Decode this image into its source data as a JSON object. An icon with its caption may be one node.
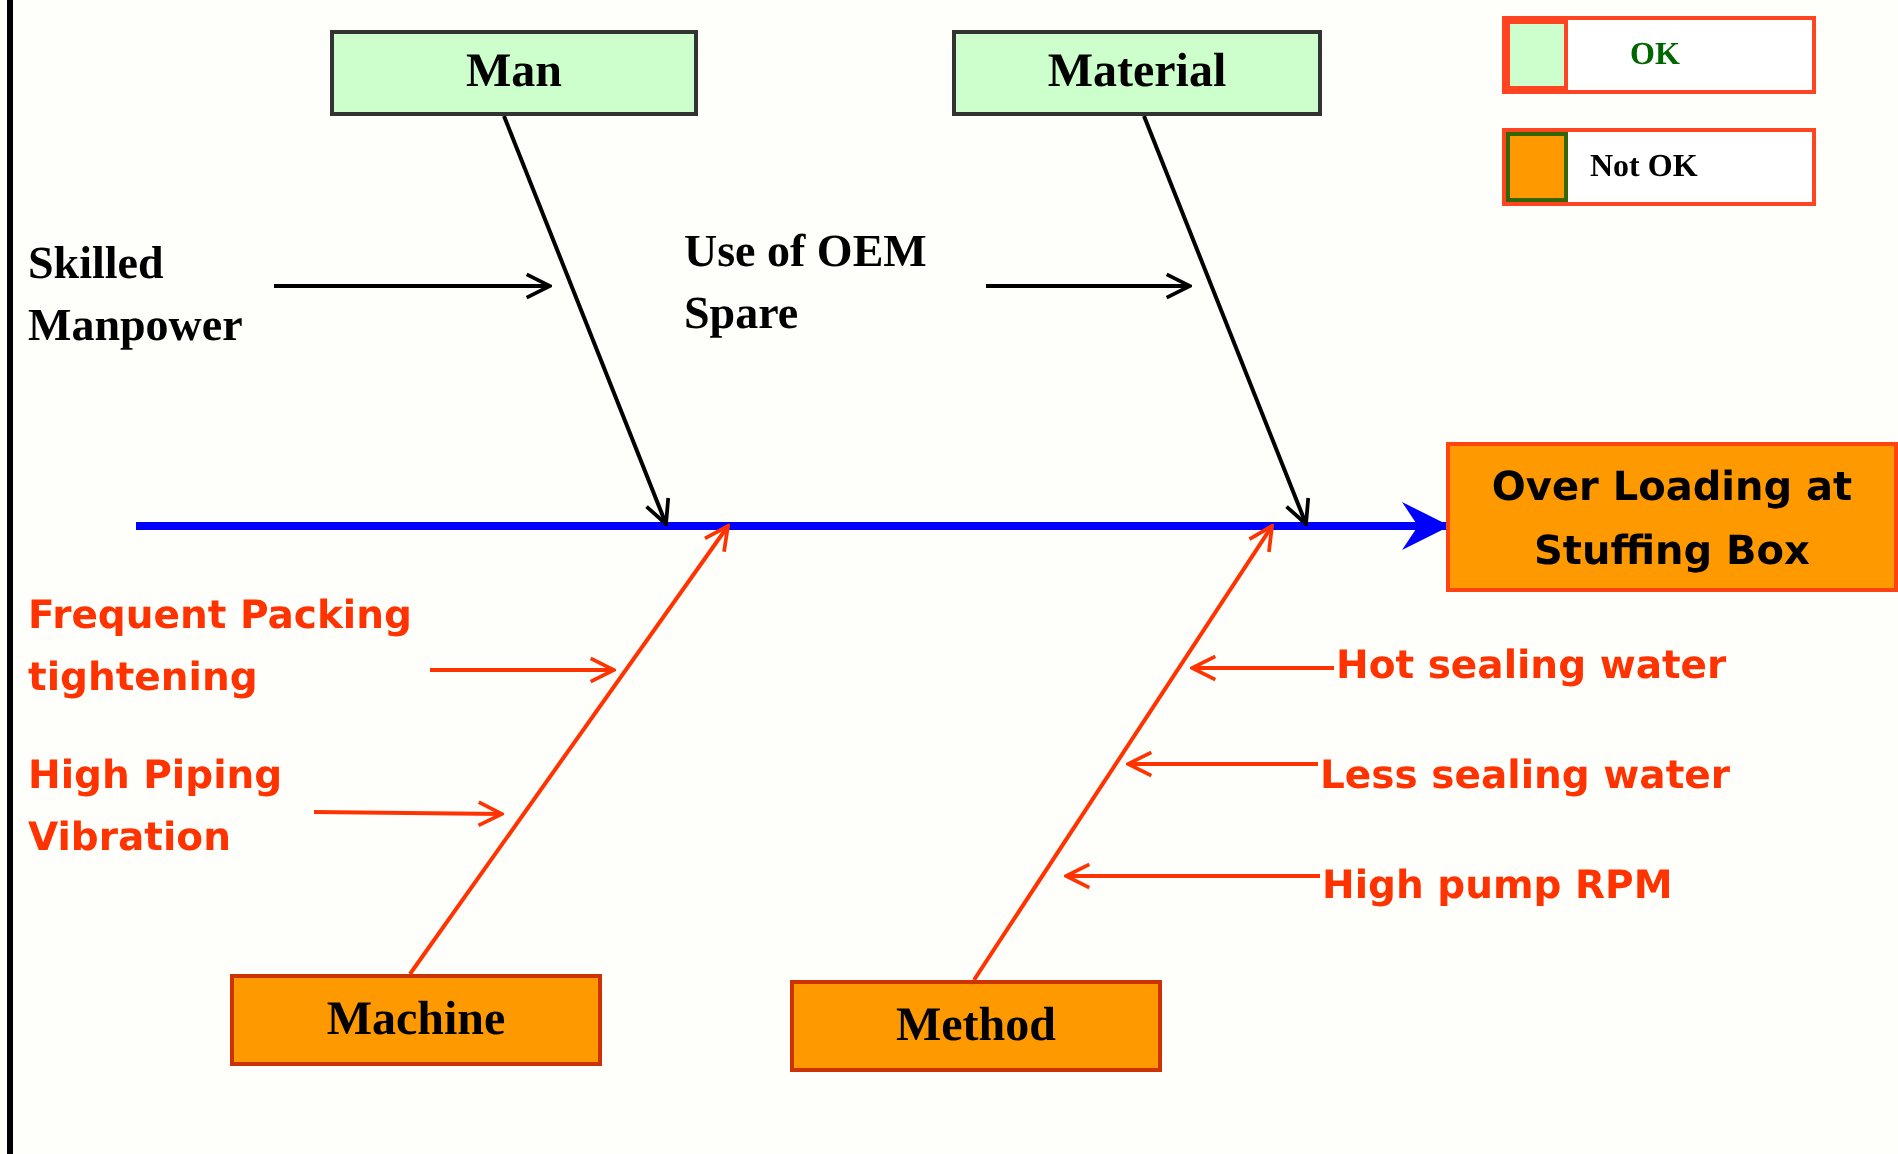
{
  "diagram": {
    "nodes": [
      {
        "text": [
          "Man"
        ]
      },
      {
        "text": [
          "Material"
        ]
      },
      {
        "text": [
          "Skilled Manpower"
        ]
      },
      {
        "text": [
          "Use of OEM Spare"
        ]
      },
      {
        "text": [
          "Over Loading at Stuffing Box"
        ]
      },
      {
        "text": [
          "Frequent Packing tightening"
        ]
      },
      {
        "text": [
          "Hot sealing water"
        ]
      },
      {
        "text": [
          "Less sealing water"
        ]
      },
      {
        "text": [
          "High Piping Vibration"
        ]
      },
      {
        "text": [
          "High pump RPM"
        ]
      },
      {
        "text": [
          "Machine"
        ]
      },
      {
        "text": [
          "Method"
        ]
      }
    ],
    "edges": [
      {
        "from": null,
        "to": 4,
        "arrow": "to",
        "style": "thick",
        "color": "#0000ff"
      },
      {
        "from": 0,
        "to": null,
        "arrow": "to",
        "color": "#000000"
      },
      {
        "from": 1,
        "to": null,
        "arrow": "to",
        "color": "#000000"
      },
      {
        "from": 10,
        "to": null,
        "arrow": "to"
      },
      {
        "from": 11,
        "to": null,
        "arrow": "to"
      },
      {
        "from": 2,
        "to": null,
        "arrow": "to",
        "color": "#000000"
      },
      {
        "from": 3,
        "to": null,
        "arrow": "to",
        "color": "#000000"
      },
      {
        "from": 5,
        "to": null,
        "arrow": "to"
      },
      {
        "from": 8,
        "to": null,
        "arrow": "to"
      },
      {
        "from": 6,
        "to": null,
        "arrow": "to"
      },
      {
        "from": 7,
        "to": null,
        "arrow": "to"
      },
      {
        "from": 9,
        "to": null,
        "arrow": "to"
      }
    ],
    "legend": [
      {
        "text": "OK",
        "color": "#ccffcc"
      },
      {
        "text": "Not OK",
        "color": "#ff9900"
      }
    ]
  }
}
